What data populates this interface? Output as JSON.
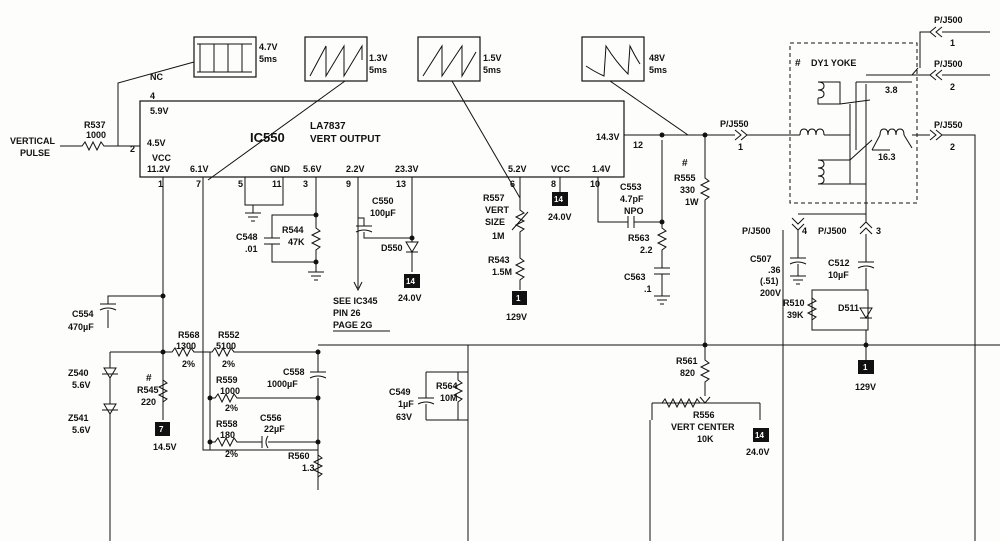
{
  "ic": {
    "ref": "IC550",
    "part": "LA7837",
    "function": "VERT OUTPUT"
  },
  "pins": {
    "nc": "NC",
    "p4": "4",
    "p4v": "5.9V",
    "p2v": "4.5V",
    "p2": "2",
    "vcc": "VCC",
    "p1v": "11.2V",
    "p7v": "6.1V",
    "gnd": "GND",
    "p5v": "5.6V",
    "p9v": "2.2V",
    "p13v": "23.3V",
    "p6v": "5.2V",
    "p8": "VCC",
    "p10v": "1.4V",
    "p14v": "14.3V",
    "n1": "1",
    "n7": "7",
    "n5": "5",
    "n11": "11",
    "n3": "3",
    "n9": "9",
    "n13": "13",
    "n6": "6",
    "n8": "8",
    "n10": "10",
    "n12": "12"
  },
  "waveforms": [
    {
      "v": "4.7V",
      "t": "5ms"
    },
    {
      "v": "1.3V",
      "t": "5ms"
    },
    {
      "v": "1.5V",
      "t": "5ms"
    },
    {
      "v": "48V",
      "t": "5ms"
    }
  ],
  "input": {
    "line1": "VERTICAL",
    "line2": "PULSE",
    "r_ref": "R537",
    "r_val": "1000"
  },
  "components": {
    "c548": [
      "C548",
      ".01"
    ],
    "r544": [
      "R544",
      "47K"
    ],
    "c550": [
      "C550",
      "100µF"
    ],
    "d550": "D550",
    "see1": "SEE IC345",
    "see2": "PIN 26",
    "see3": "PAGE 2G",
    "r557": [
      "R557",
      "VERT",
      "SIZE",
      "1M"
    ],
    "r543": [
      "R543",
      "1.5M"
    ],
    "c553": [
      "C553",
      "4.7pF",
      "NPO"
    ],
    "r563": [
      "R563",
      "2.2"
    ],
    "c563": [
      "C563",
      ".1"
    ],
    "r555": [
      "R555",
      "330",
      "1W"
    ],
    "c554": [
      "C554",
      "470µF"
    ],
    "r568": [
      "R568",
      "1300",
      "2%"
    ],
    "r552": [
      "R552",
      "5100",
      "2%"
    ],
    "z540": [
      "Z540",
      "5.6V"
    ],
    "z541": [
      "Z541",
      "5.6V"
    ],
    "r545": [
      "R545",
      "220"
    ],
    "r559": [
      "R559",
      "1000",
      "2%"
    ],
    "r558": [
      "R558",
      "180",
      "2%"
    ],
    "c558": [
      "C558",
      "1000µF"
    ],
    "c556": [
      "C556",
      "22µF"
    ],
    "r560": [
      "R560",
      "1.3"
    ],
    "c549": [
      "C549",
      "1µF",
      "63V"
    ],
    "r564": [
      "R564",
      "10M"
    ],
    "r561": [
      "R561",
      "820"
    ],
    "r556": [
      "R556",
      "VERT CENTER",
      "10K"
    ],
    "c507": [
      "C507",
      ".36",
      "(.51)",
      "200V"
    ],
    "r510": [
      "R510",
      "39K"
    ],
    "d511": "D511",
    "c512": [
      "C512",
      "10µF"
    ],
    "yoke": "DY1 YOKE",
    "y38": "3.8",
    "y163": "16.3",
    "hash": "#"
  },
  "connectors": {
    "pj550a": "P/J550",
    "pj550a_pin": "1",
    "pj550b": "P/J550",
    "pj550b_pin": "2",
    "pj500a": "P/J500",
    "pj500a_pin": "1",
    "pj500b": "P/J500",
    "pj500b_pin": "2",
    "pj500c": "P/J500",
    "pj500c_pin": "4",
    "pj500d": "P/J500",
    "pj500d_pin": "3"
  },
  "supplies": {
    "s14a": {
      "num": "14",
      "v": "24.0V"
    },
    "s14b": {
      "num": "14",
      "v": "24.0V"
    },
    "s14c": {
      "num": "14",
      "v": "24.0V"
    },
    "s1a": {
      "num": "1",
      "v": "129V"
    },
    "s1b": {
      "num": "1",
      "v": "129V"
    },
    "s7": {
      "num": "7",
      "v": "14.5V"
    }
  }
}
